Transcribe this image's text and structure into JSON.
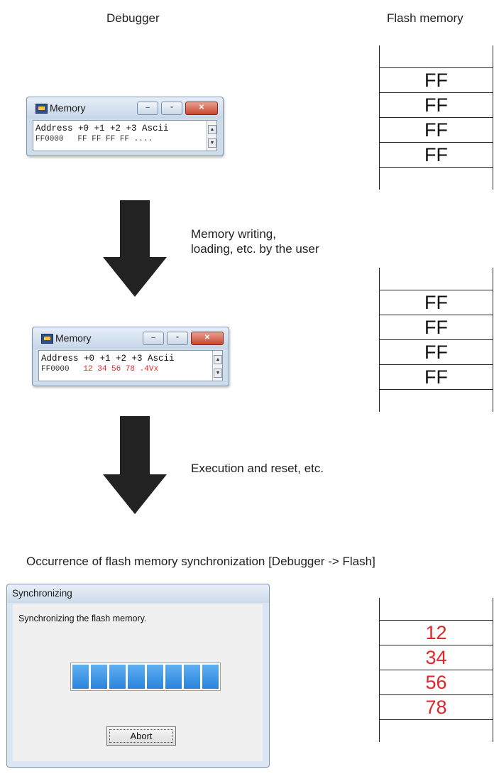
{
  "headers": {
    "debugger": "Debugger",
    "flash": "Flash memory"
  },
  "notes": {
    "step1_line1": "Memory writing,",
    "step1_line2": "loading, etc. by the user",
    "step2": "Execution and reset, etc.",
    "sync": "Occurrence of flash memory synchronization [Debugger -> Flash]"
  },
  "memory_window_1": {
    "title": "Memory",
    "header_line": "Address +0 +1 +2 +3 Ascii",
    "address": "FF0000",
    "values": "FF FF FF FF ....",
    "minimize": "–",
    "maximize": "▫",
    "close": "✕"
  },
  "memory_window_2": {
    "title": "Memory",
    "header_line": "Address +0 +1 +2 +3 Ascii",
    "address": "FF0000",
    "values": "12 34 56 78 .4Vx",
    "minimize": "–",
    "maximize": "▫",
    "close": "✕"
  },
  "flash_1": {
    "cells": [
      "FF",
      "FF",
      "FF",
      "FF"
    ]
  },
  "flash_2": {
    "cells": [
      "FF",
      "FF",
      "FF",
      "FF"
    ]
  },
  "flash_3": {
    "cells": [
      "12",
      "34",
      "56",
      "78"
    ]
  },
  "sync_dialog": {
    "title": "Synchronizing",
    "message": "Synchronizing the flash memory.",
    "abort_label": "Abort",
    "progress_segments": 8
  },
  "colors": {
    "changed_value": "#e0262a"
  }
}
